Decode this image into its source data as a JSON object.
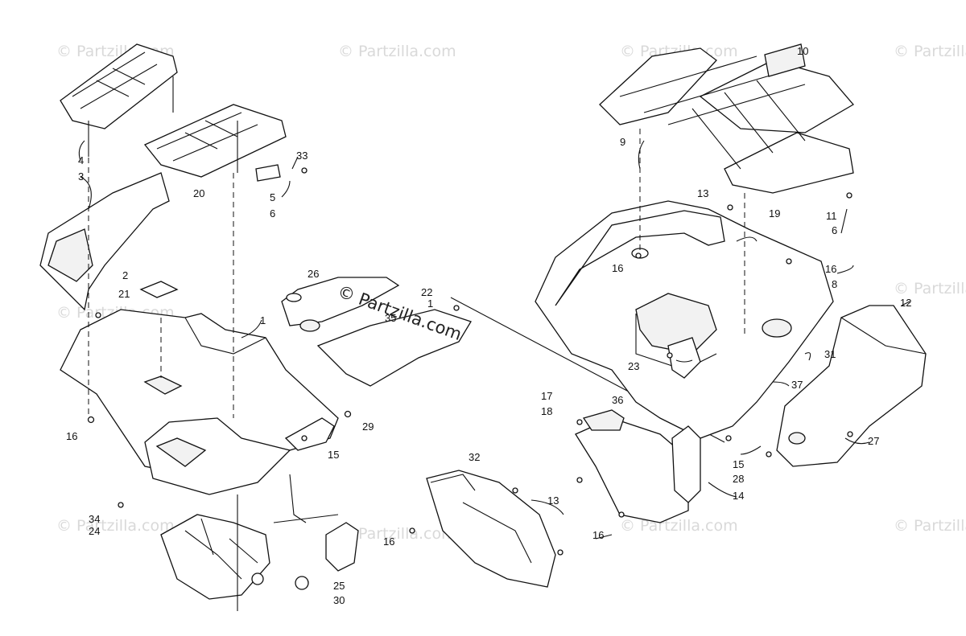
{
  "watermark": {
    "text": "© Partzilla.com",
    "center_text": "© Partzilla.com"
  },
  "callouts": [
    {
      "id": "c1",
      "label": "1"
    },
    {
      "id": "c1b",
      "label": "1"
    },
    {
      "id": "c2",
      "label": "2"
    },
    {
      "id": "c3",
      "label": "3"
    },
    {
      "id": "c4",
      "label": "4"
    },
    {
      "id": "c5",
      "label": "5"
    },
    {
      "id": "c6a",
      "label": "6"
    },
    {
      "id": "c6b",
      "label": "6"
    },
    {
      "id": "c8",
      "label": "8"
    },
    {
      "id": "c9",
      "label": "9"
    },
    {
      "id": "c10",
      "label": "10"
    },
    {
      "id": "c11",
      "label": "11"
    },
    {
      "id": "c12",
      "label": "12"
    },
    {
      "id": "c13a",
      "label": "13"
    },
    {
      "id": "c13b",
      "label": "13"
    },
    {
      "id": "c14",
      "label": "14"
    },
    {
      "id": "c15a",
      "label": "15"
    },
    {
      "id": "c15b",
      "label": "15"
    },
    {
      "id": "c16a",
      "label": "16"
    },
    {
      "id": "c16b",
      "label": "16"
    },
    {
      "id": "c16c",
      "label": "16"
    },
    {
      "id": "c16d",
      "label": "16"
    },
    {
      "id": "c16e",
      "label": "16"
    },
    {
      "id": "c17",
      "label": "17"
    },
    {
      "id": "c18",
      "label": "18"
    },
    {
      "id": "c19",
      "label": "19"
    },
    {
      "id": "c20",
      "label": "20"
    },
    {
      "id": "c21",
      "label": "21"
    },
    {
      "id": "c22",
      "label": "22"
    },
    {
      "id": "c23",
      "label": "23"
    },
    {
      "id": "c24",
      "label": "24"
    },
    {
      "id": "c25",
      "label": "25"
    },
    {
      "id": "c26",
      "label": "26"
    },
    {
      "id": "c27",
      "label": "27"
    },
    {
      "id": "c28",
      "label": "28"
    },
    {
      "id": "c29",
      "label": "29"
    },
    {
      "id": "c30",
      "label": "30"
    },
    {
      "id": "c31",
      "label": "31"
    },
    {
      "id": "c32",
      "label": "32"
    },
    {
      "id": "c33",
      "label": "33"
    },
    {
      "id": "c34",
      "label": "34"
    },
    {
      "id": "c35",
      "label": "35"
    },
    {
      "id": "c36",
      "label": "36"
    },
    {
      "id": "c37",
      "label": "37"
    }
  ]
}
